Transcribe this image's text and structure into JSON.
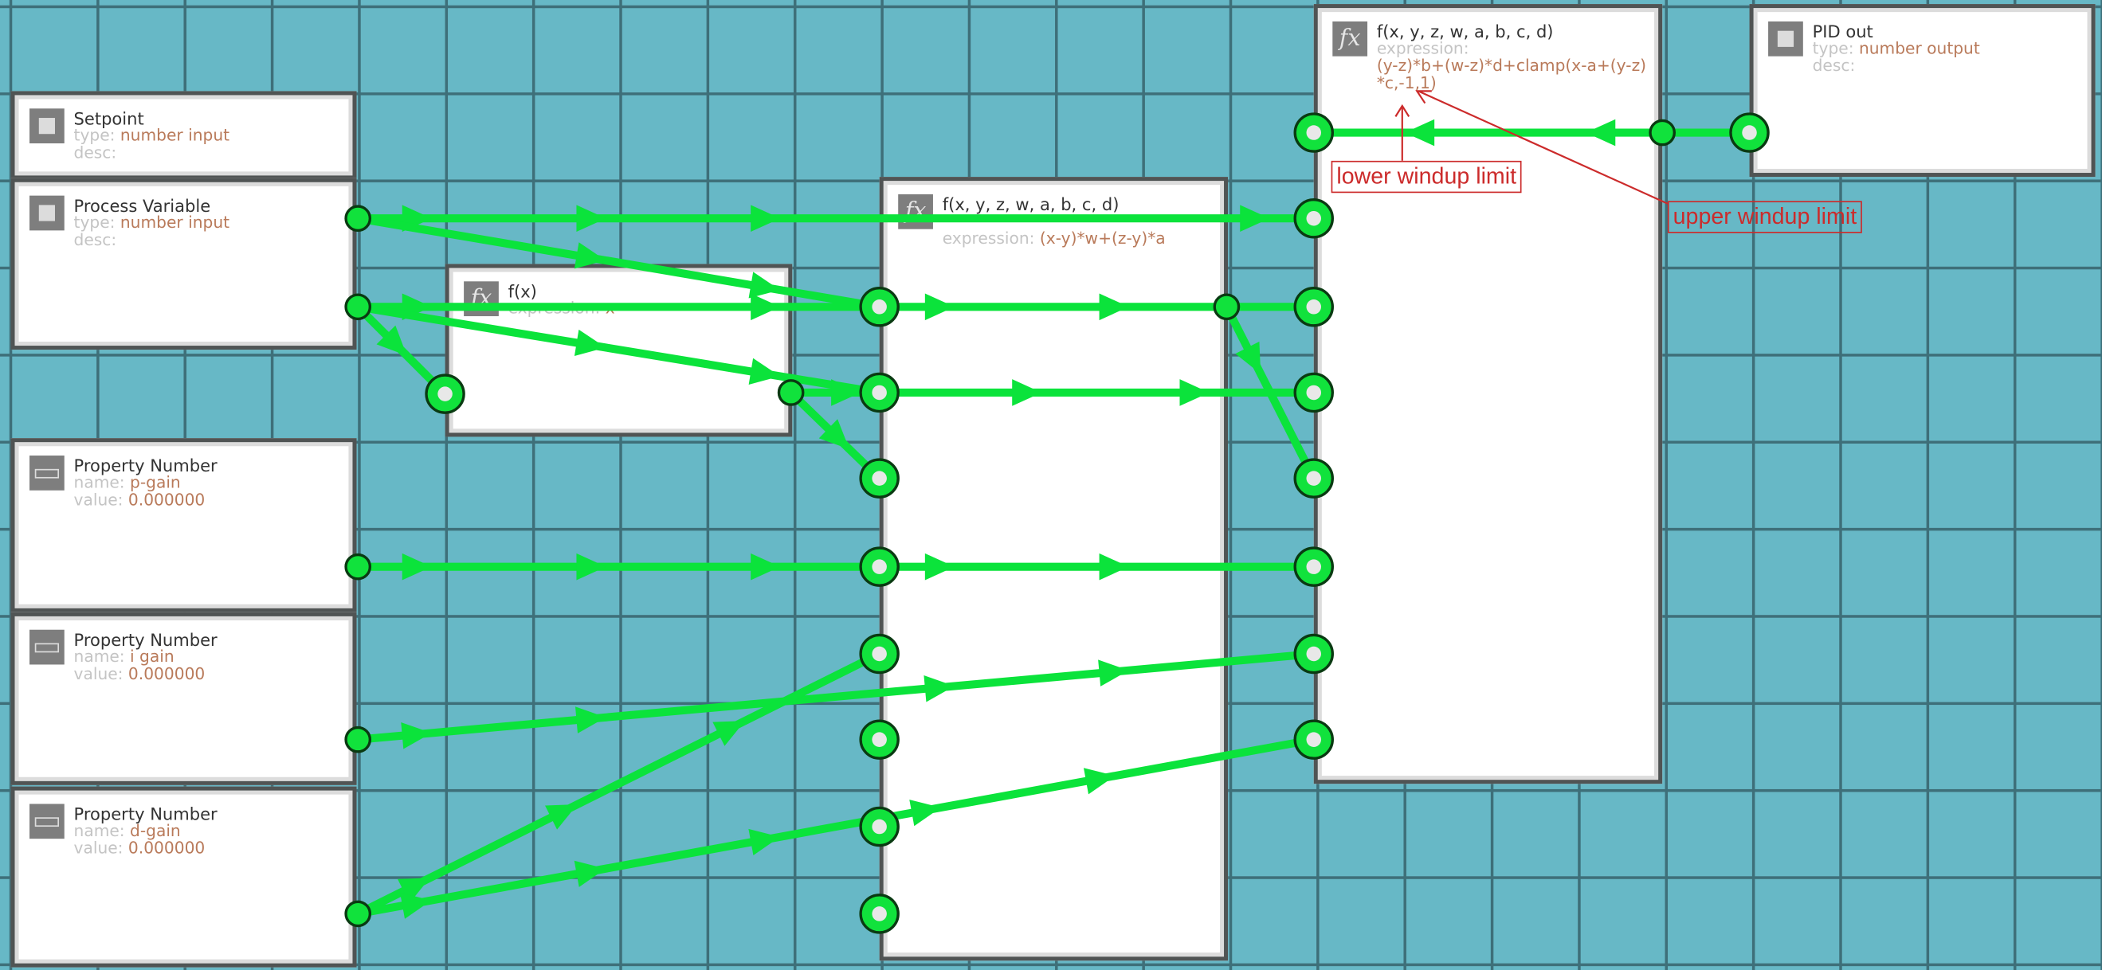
{
  "nodes": {
    "setpoint": {
      "title": "Setpoint",
      "type_label": "type:",
      "type_value": "number input",
      "desc_label": "desc:"
    },
    "process_variable": {
      "title": "Process Variable",
      "type_label": "type:",
      "type_value": "number input",
      "desc_label": "desc:"
    },
    "fx_single": {
      "title": "f(x)",
      "expr_label": "expression:",
      "expr_value": "x"
    },
    "p_gain": {
      "title": "Property Number",
      "name_label": "name:",
      "name_value": "p-gain",
      "value_label": "value:",
      "value_value": "0.000000"
    },
    "i_gain": {
      "title": "Property Number",
      "name_label": "name:",
      "name_value": "i gain",
      "value_label": "value:",
      "value_value": "0.000000"
    },
    "d_gain": {
      "title": "Property Number",
      "name_label": "name:",
      "name_value": "d-gain",
      "value_label": "value:",
      "value_value": "0.000000"
    },
    "fx_middle": {
      "title": "f(x, y, z, w, a, b, c, d)",
      "expr_label": "expression:",
      "expr_value": "(x-y)*w+(z-y)*a"
    },
    "fx_right": {
      "title": "f(x, y, z, w, a, b, c, d)",
      "expr_label": "expression:",
      "expr_line1": "(y-z)*b+(w-z)*d+clamp(x-a+(y-z)",
      "expr_line2": "*c,-1,1)"
    },
    "pid_out": {
      "title": "PID out",
      "type_label": "type:",
      "type_value": "number output",
      "desc_label": "desc:"
    }
  },
  "annotations": {
    "lower": "lower windup limit",
    "upper": "upper windup limit"
  },
  "icons": {
    "fx": "fx",
    "input": "square-icon",
    "property": "property-icon"
  },
  "colors": {
    "background": "#67b8c6",
    "wire": "#0be33b",
    "annotation": "#cc2b2b"
  }
}
